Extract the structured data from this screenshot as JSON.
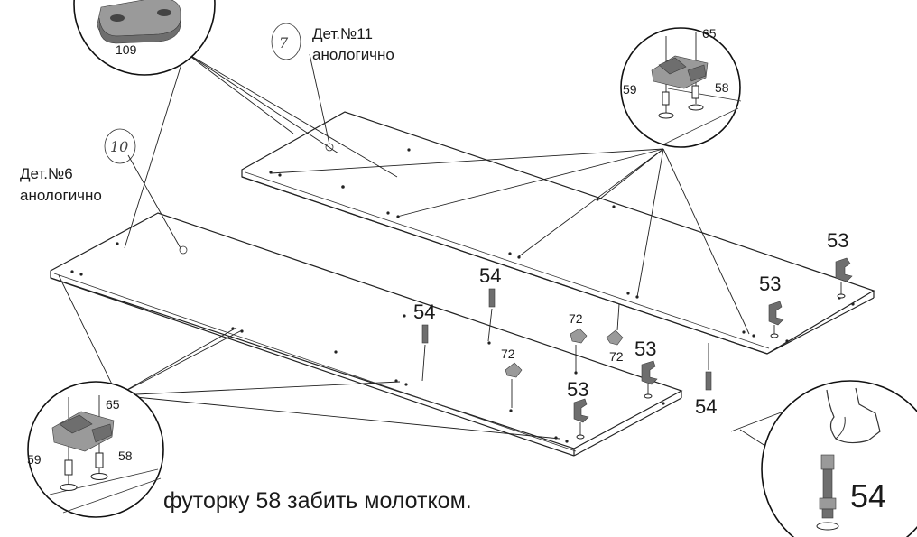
{
  "callouts": {
    "top_left_part": "109",
    "panel_top_note_line1": "Дет.№11",
    "panel_top_note_line2": "анологично",
    "panel_left_note_line1": "Дет.№6",
    "panel_left_note_line2": "анологично",
    "hand_number_top": "7",
    "hand_number_left": "10",
    "inset_tr_65": "65",
    "inset_tr_59": "59",
    "inset_tr_58": "58",
    "inset_bl_65": "65",
    "inset_bl_59": "59",
    "inset_bl_58": "58",
    "inset_br_54": "54"
  },
  "part_labels": {
    "p53_a": "53",
    "p53_b": "53",
    "p53_c": "53",
    "p53_d": "53",
    "p54_a": "54",
    "p54_b": "54",
    "p54_c": "54",
    "p72_a": "72",
    "p72_b": "72",
    "p72_c": "72"
  },
  "instruction": "футорку 58 забить молотком."
}
